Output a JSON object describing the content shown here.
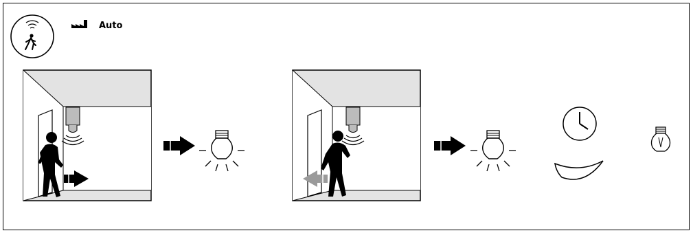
{
  "header": {
    "mode_label": "Auto"
  },
  "icons": {
    "sensor": "motion-sensor-icon",
    "factory": "factory-default-icon",
    "arrow": "arrow-right-icon",
    "light_on": "light-on-icon",
    "timer": "clock-timer-icon",
    "light_off": "light-off-icon"
  },
  "colors": {
    "line": "#000000",
    "wall_gray": "#e3e3e3",
    "sensor_gray": "#bcbcbc",
    "exit_arrow_gray": "#9a9a9a"
  },
  "scenes": [
    {
      "name": "person-enters",
      "direction": "in",
      "light": "on"
    },
    {
      "name": "person-leaves",
      "direction": "out",
      "light": "on-then-off"
    }
  ]
}
